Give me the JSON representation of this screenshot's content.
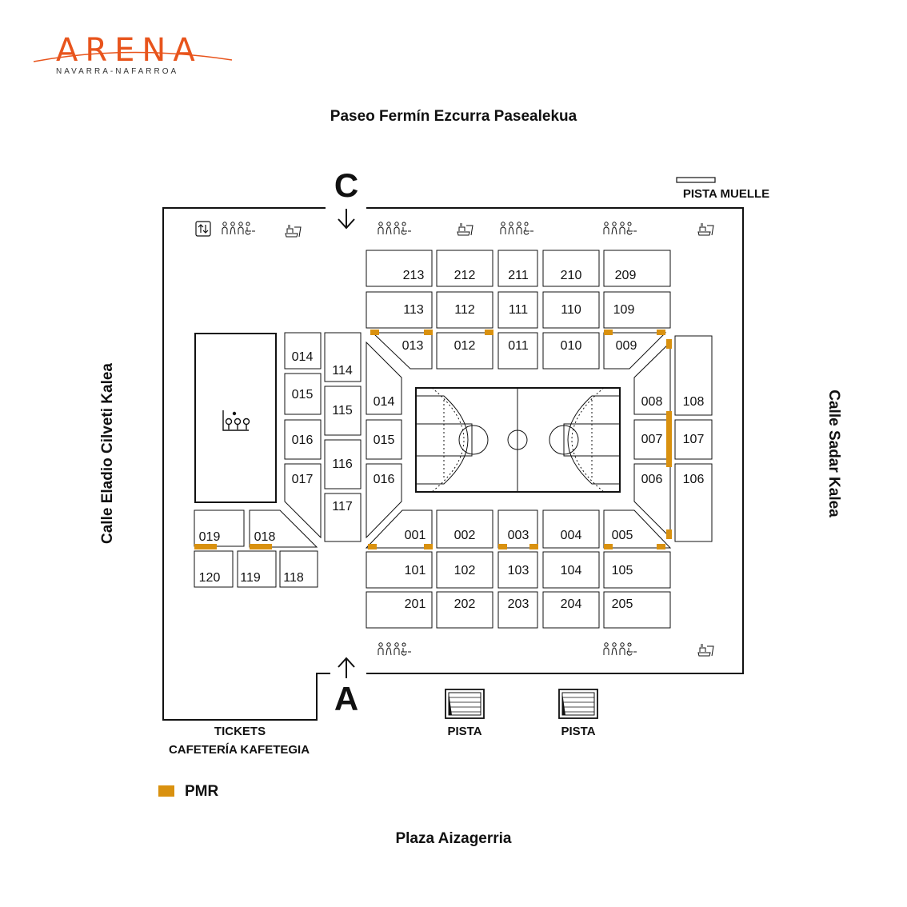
{
  "logo": {
    "word": "ARENA",
    "subtitle": "NAVARRA-NAFARROA"
  },
  "streets": {
    "top": "Paseo Fermín Ezcurra Pasealekua",
    "bottom": "Plaza Aizagerria",
    "left": "Calle Eladio Cilveti Kalea",
    "right": "Calle Sadar Kalea"
  },
  "gates": {
    "north": "C",
    "south": "A"
  },
  "labels": {
    "pista_muelle": "PISTA MUELLE",
    "pista_1": "PISTA",
    "pista_2": "PISTA",
    "tickets": "TICKETS",
    "cafeteria": "CAFETERÍA KAFETEGIA"
  },
  "legend": {
    "pmr_label": "PMR",
    "pmr_color": "#d9910f"
  },
  "sections": [
    "213",
    "212",
    "211",
    "210",
    "209",
    "113",
    "112",
    "111",
    "110",
    "109",
    "013",
    "012",
    "011",
    "010",
    "009",
    "014",
    "015",
    "016",
    "017",
    "114",
    "115",
    "116",
    "117",
    "008",
    "007",
    "006",
    "108",
    "107",
    "106",
    "001",
    "002",
    "003",
    "004",
    "005",
    "101",
    "102",
    "103",
    "104",
    "105",
    "201",
    "202",
    "203",
    "204",
    "205",
    "019",
    "018",
    "120",
    "119",
    "118"
  ],
  "inner_sections": [
    "014",
    "015",
    "016"
  ],
  "icons": {
    "toilets": "toilets-icon",
    "elevator": "elevator-icon",
    "food": "food-bar-icon",
    "cafe": "cafeteria-icon",
    "garage": "garage-door-icon",
    "court": "basketball-court"
  }
}
